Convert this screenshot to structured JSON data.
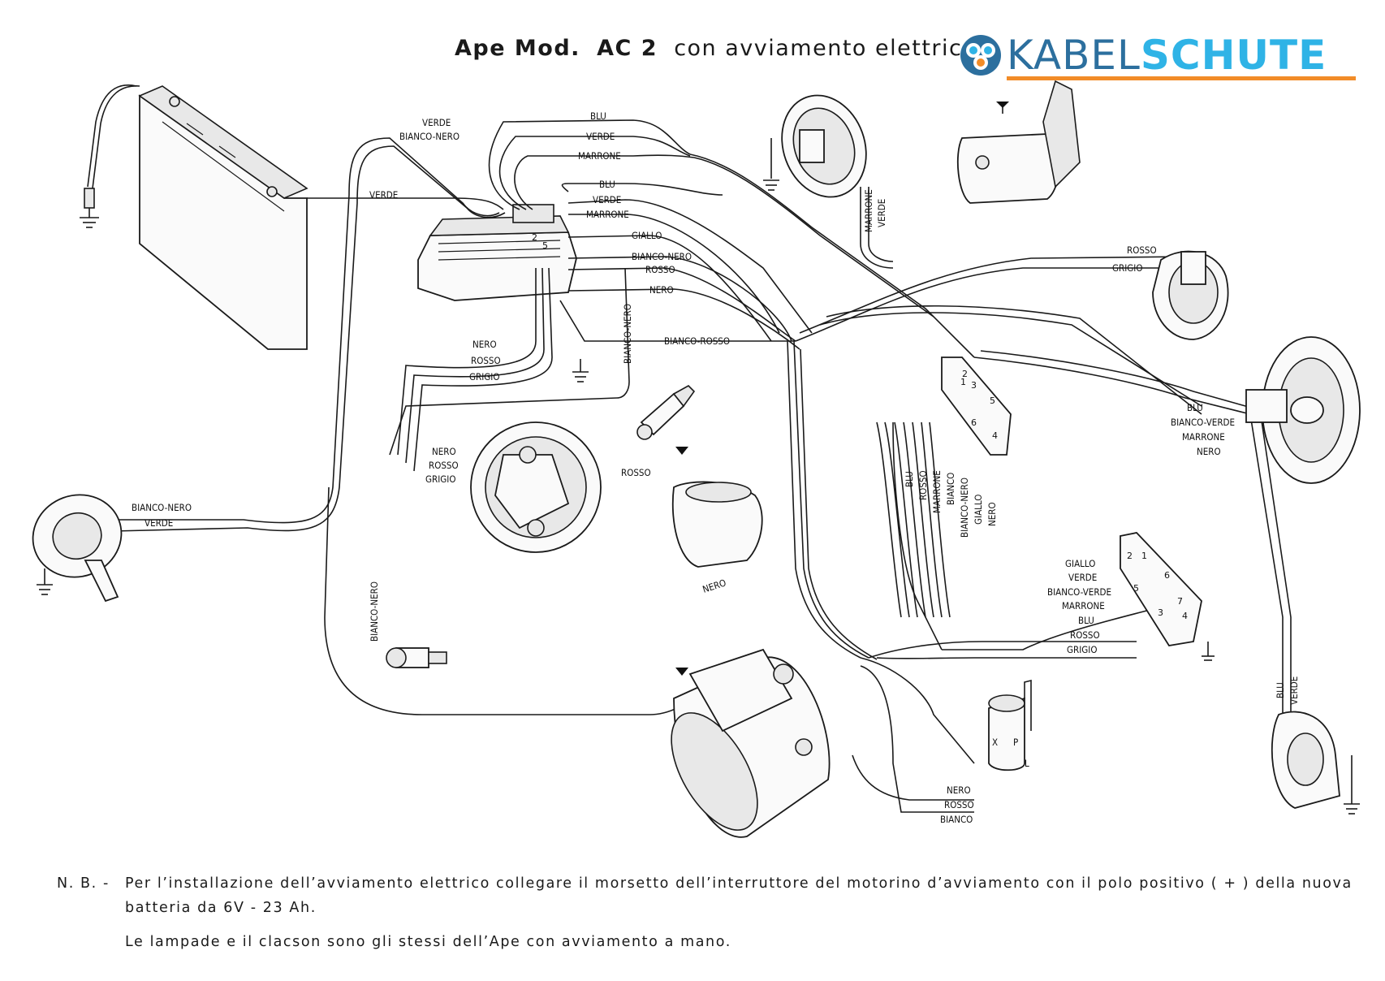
{
  "title": {
    "prefix": "Ape  Mod.",
    "model": "AC 2",
    "suffix": "con  avviamento  elettrico"
  },
  "brand": {
    "part1": "KABEL",
    "part2": "SCHUTE",
    "primary_color": "#2c6f9e",
    "accent_color": "#2fb3e6",
    "underline_color": "#f28c28"
  },
  "wires": {
    "battery": [
      "VERDE",
      "BIANCO-NERO",
      "VERDE"
    ],
    "regulator_top": [
      "BLU",
      "VERDE",
      "MARRONE",
      "BLU",
      "VERDE",
      "MARRONE",
      "GIALLO",
      "BIANCO-NERO",
      "ROSSO",
      "NERO",
      "BIANCO-ROSSO"
    ],
    "regulator_lower": [
      "NERO",
      "ROSSO",
      "GRIGIO"
    ],
    "horn": [
      "BIANCO-NERO",
      "VERDE"
    ],
    "magneto": [
      "NERO",
      "ROSSO",
      "GRIGIO",
      "ROSSO",
      "NERO"
    ],
    "vertical_left": [
      "BIANCO-NERO",
      "BIANCO-NERO"
    ],
    "rear_lamp": [
      "MARRONE",
      "VERDE"
    ],
    "tail_light": [
      "ROSSO",
      "GRIGIO"
    ],
    "headlamp": [
      "BLU",
      "BIANCO-VERDE",
      "MARRONE",
      "NERO"
    ],
    "switch_upper": [
      "BLU",
      "ROSSO",
      "MARRONE",
      "BIANCO",
      "BIANCO-NERO",
      "GIALLO",
      "NERO"
    ],
    "switch_lower": [
      "GIALLO",
      "VERDE",
      "BIANCO-VERDE",
      "MARRONE",
      "BLU",
      "ROSSO",
      "GRIGIO"
    ],
    "stop": [
      "BLU",
      "VERDE"
    ],
    "starter_switch": [
      "NERO",
      "ROSSO",
      "BIANCO"
    ]
  },
  "terminals": {
    "upper_block": [
      "1",
      "2",
      "3",
      "5",
      "6",
      "4"
    ],
    "lower_block": [
      "2",
      "1",
      "6",
      "5",
      "7",
      "3",
      "4"
    ],
    "starter_switch": [
      "X",
      "P",
      "L"
    ]
  },
  "notes": {
    "nb": "N. B. -",
    "line1": "Per  l’installazione  dell’avviamento  elettrico  collegare  il  morsetto  dell’interruttore  del  motorino  d’avviamento  con  il  polo  positivo  ( + )  della  nuova",
    "line2": "batteria  da  6V - 23 Ah.",
    "line3": "Le  lampade  e  il  clacson  sono  gli  stessi  dell’Ape  con  avviamento  a  mano."
  }
}
